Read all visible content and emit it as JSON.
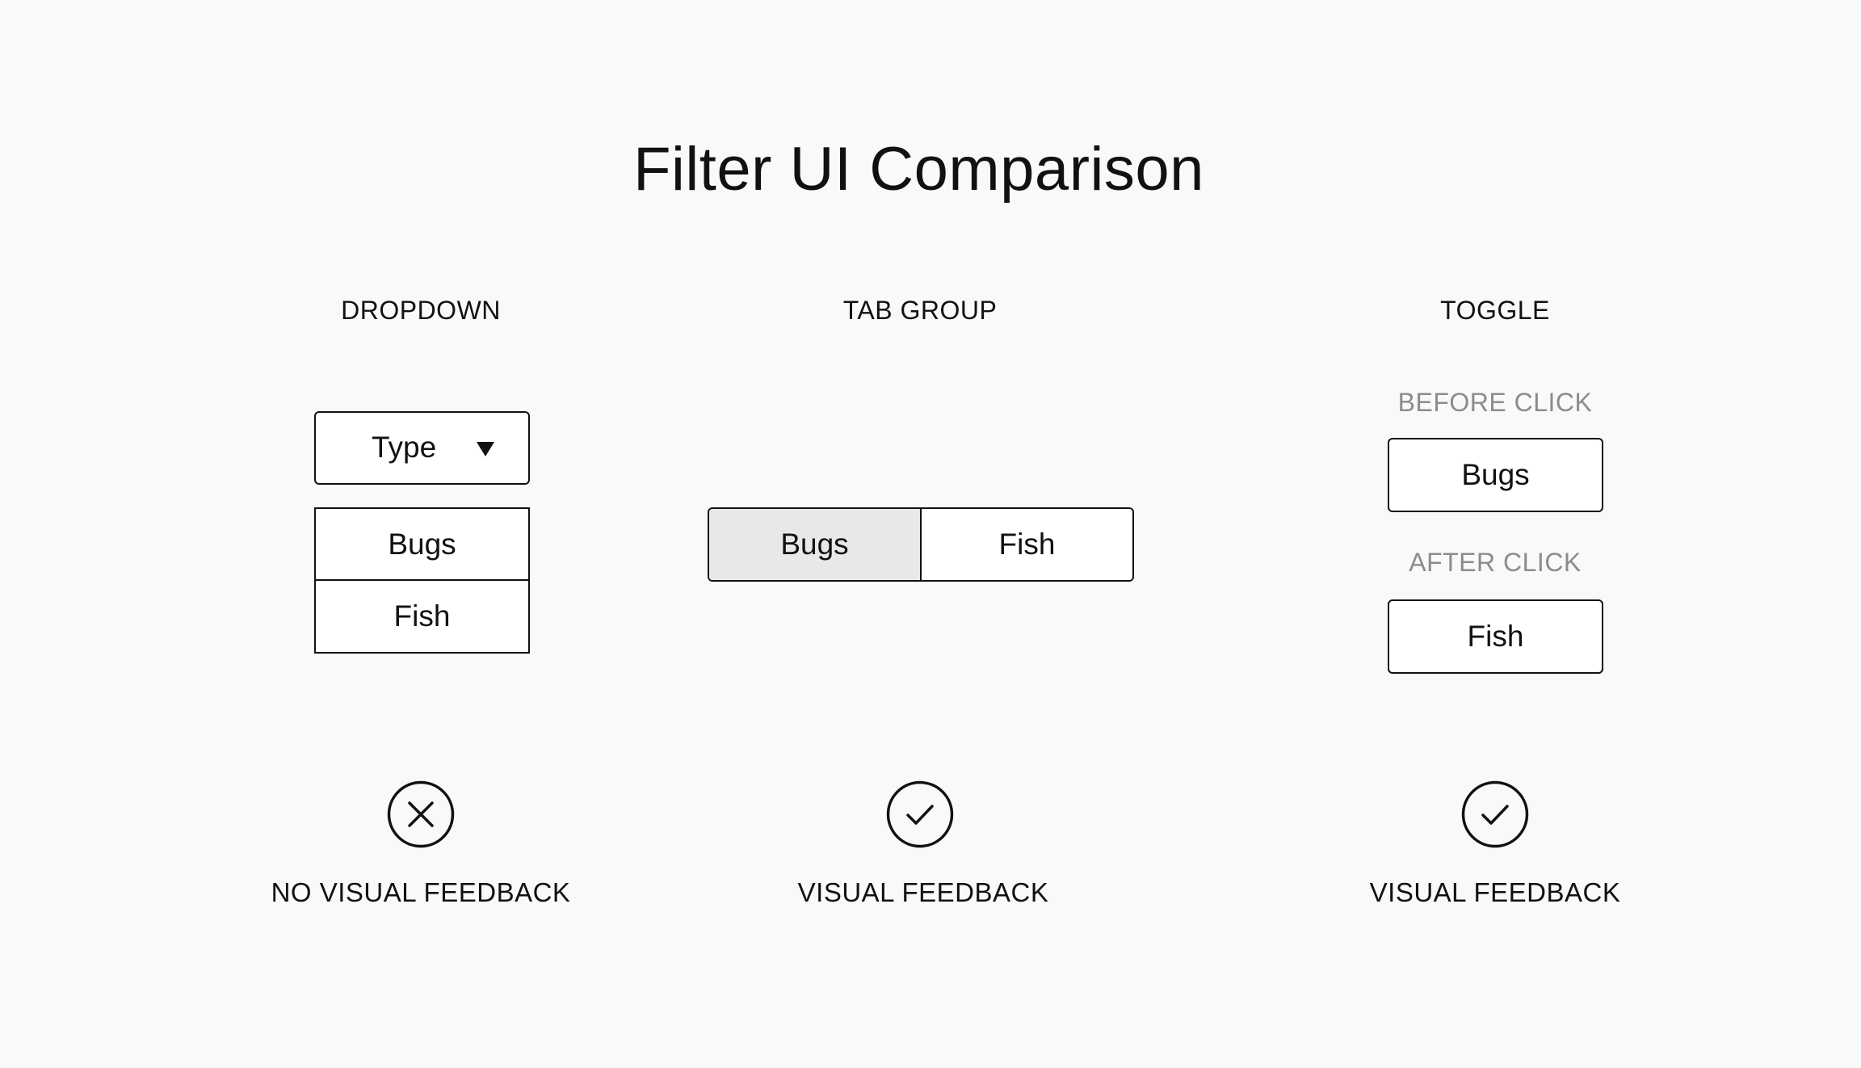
{
  "title": "Filter UI Comparison",
  "columns": {
    "dropdown": {
      "heading": "DROPDOWN",
      "select_label": "Type",
      "options": [
        "Bugs",
        "Fish"
      ],
      "result_icon": "x-circle-icon",
      "result_label": "NO VISUAL FEEDBACK"
    },
    "tab_group": {
      "heading": "TAB GROUP",
      "tabs": [
        "Bugs",
        "Fish"
      ],
      "selected_tab": "Bugs",
      "result_icon": "check-circle-icon",
      "result_label": "VISUAL FEEDBACK"
    },
    "toggle": {
      "heading": "TOGGLE",
      "before_label": "BEFORE CLICK",
      "before_value": "Bugs",
      "after_label": "AFTER CLICK",
      "after_value": "Fish",
      "result_icon": "check-circle-icon",
      "result_label": "VISUAL FEEDBACK"
    }
  },
  "colors": {
    "background": "#f9f9f9",
    "stroke": "#111111",
    "selected_tab_fill": "#e8e8e8",
    "muted_text": "#8c8c8c"
  }
}
